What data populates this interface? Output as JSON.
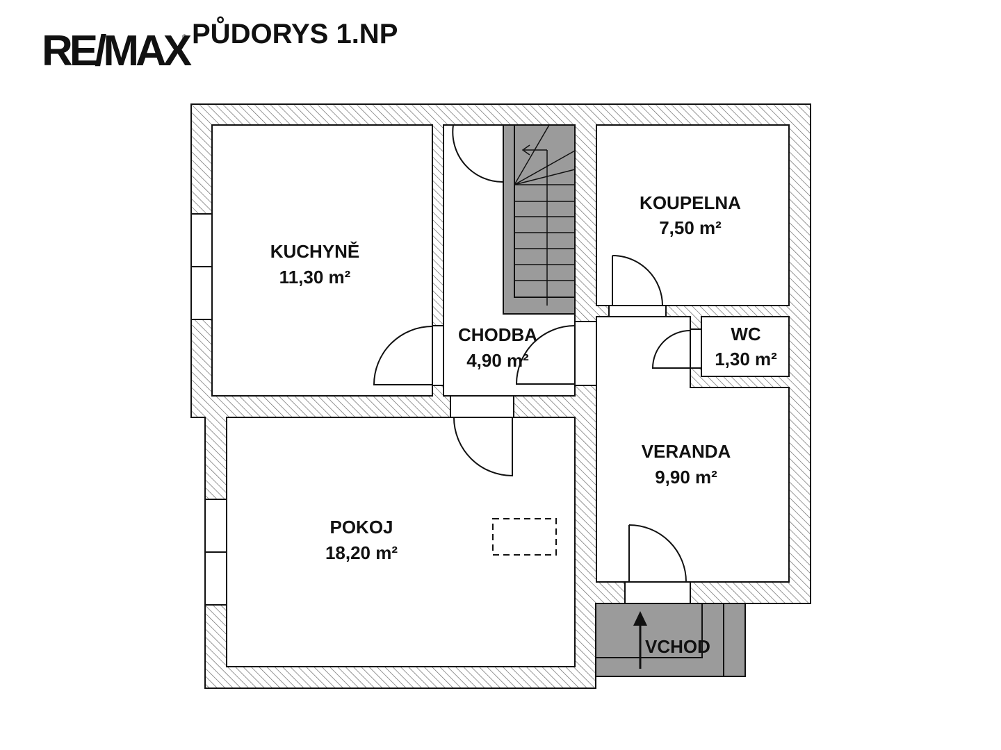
{
  "header": {
    "logo": "RE/MAX",
    "logo_mark": "®",
    "title": "PŮDORYS 1.NP"
  },
  "rooms": [
    {
      "name": "KUCHYNĚ",
      "area": "11,30 m²"
    },
    {
      "name": "CHODBA",
      "area": "4,90 m²"
    },
    {
      "name": "KOUPELNA",
      "area": "7,50 m²"
    },
    {
      "name": "WC",
      "area": "1,30 m²"
    },
    {
      "name": "VERANDA",
      "area": "9,90 m²"
    },
    {
      "name": "POKOJ",
      "area": "18,20 m²"
    }
  ],
  "entrance": {
    "label": "VCHOD"
  },
  "colors": {
    "wall_hatch": "#555555",
    "stair_fill": "#999999",
    "line": "#111111"
  }
}
